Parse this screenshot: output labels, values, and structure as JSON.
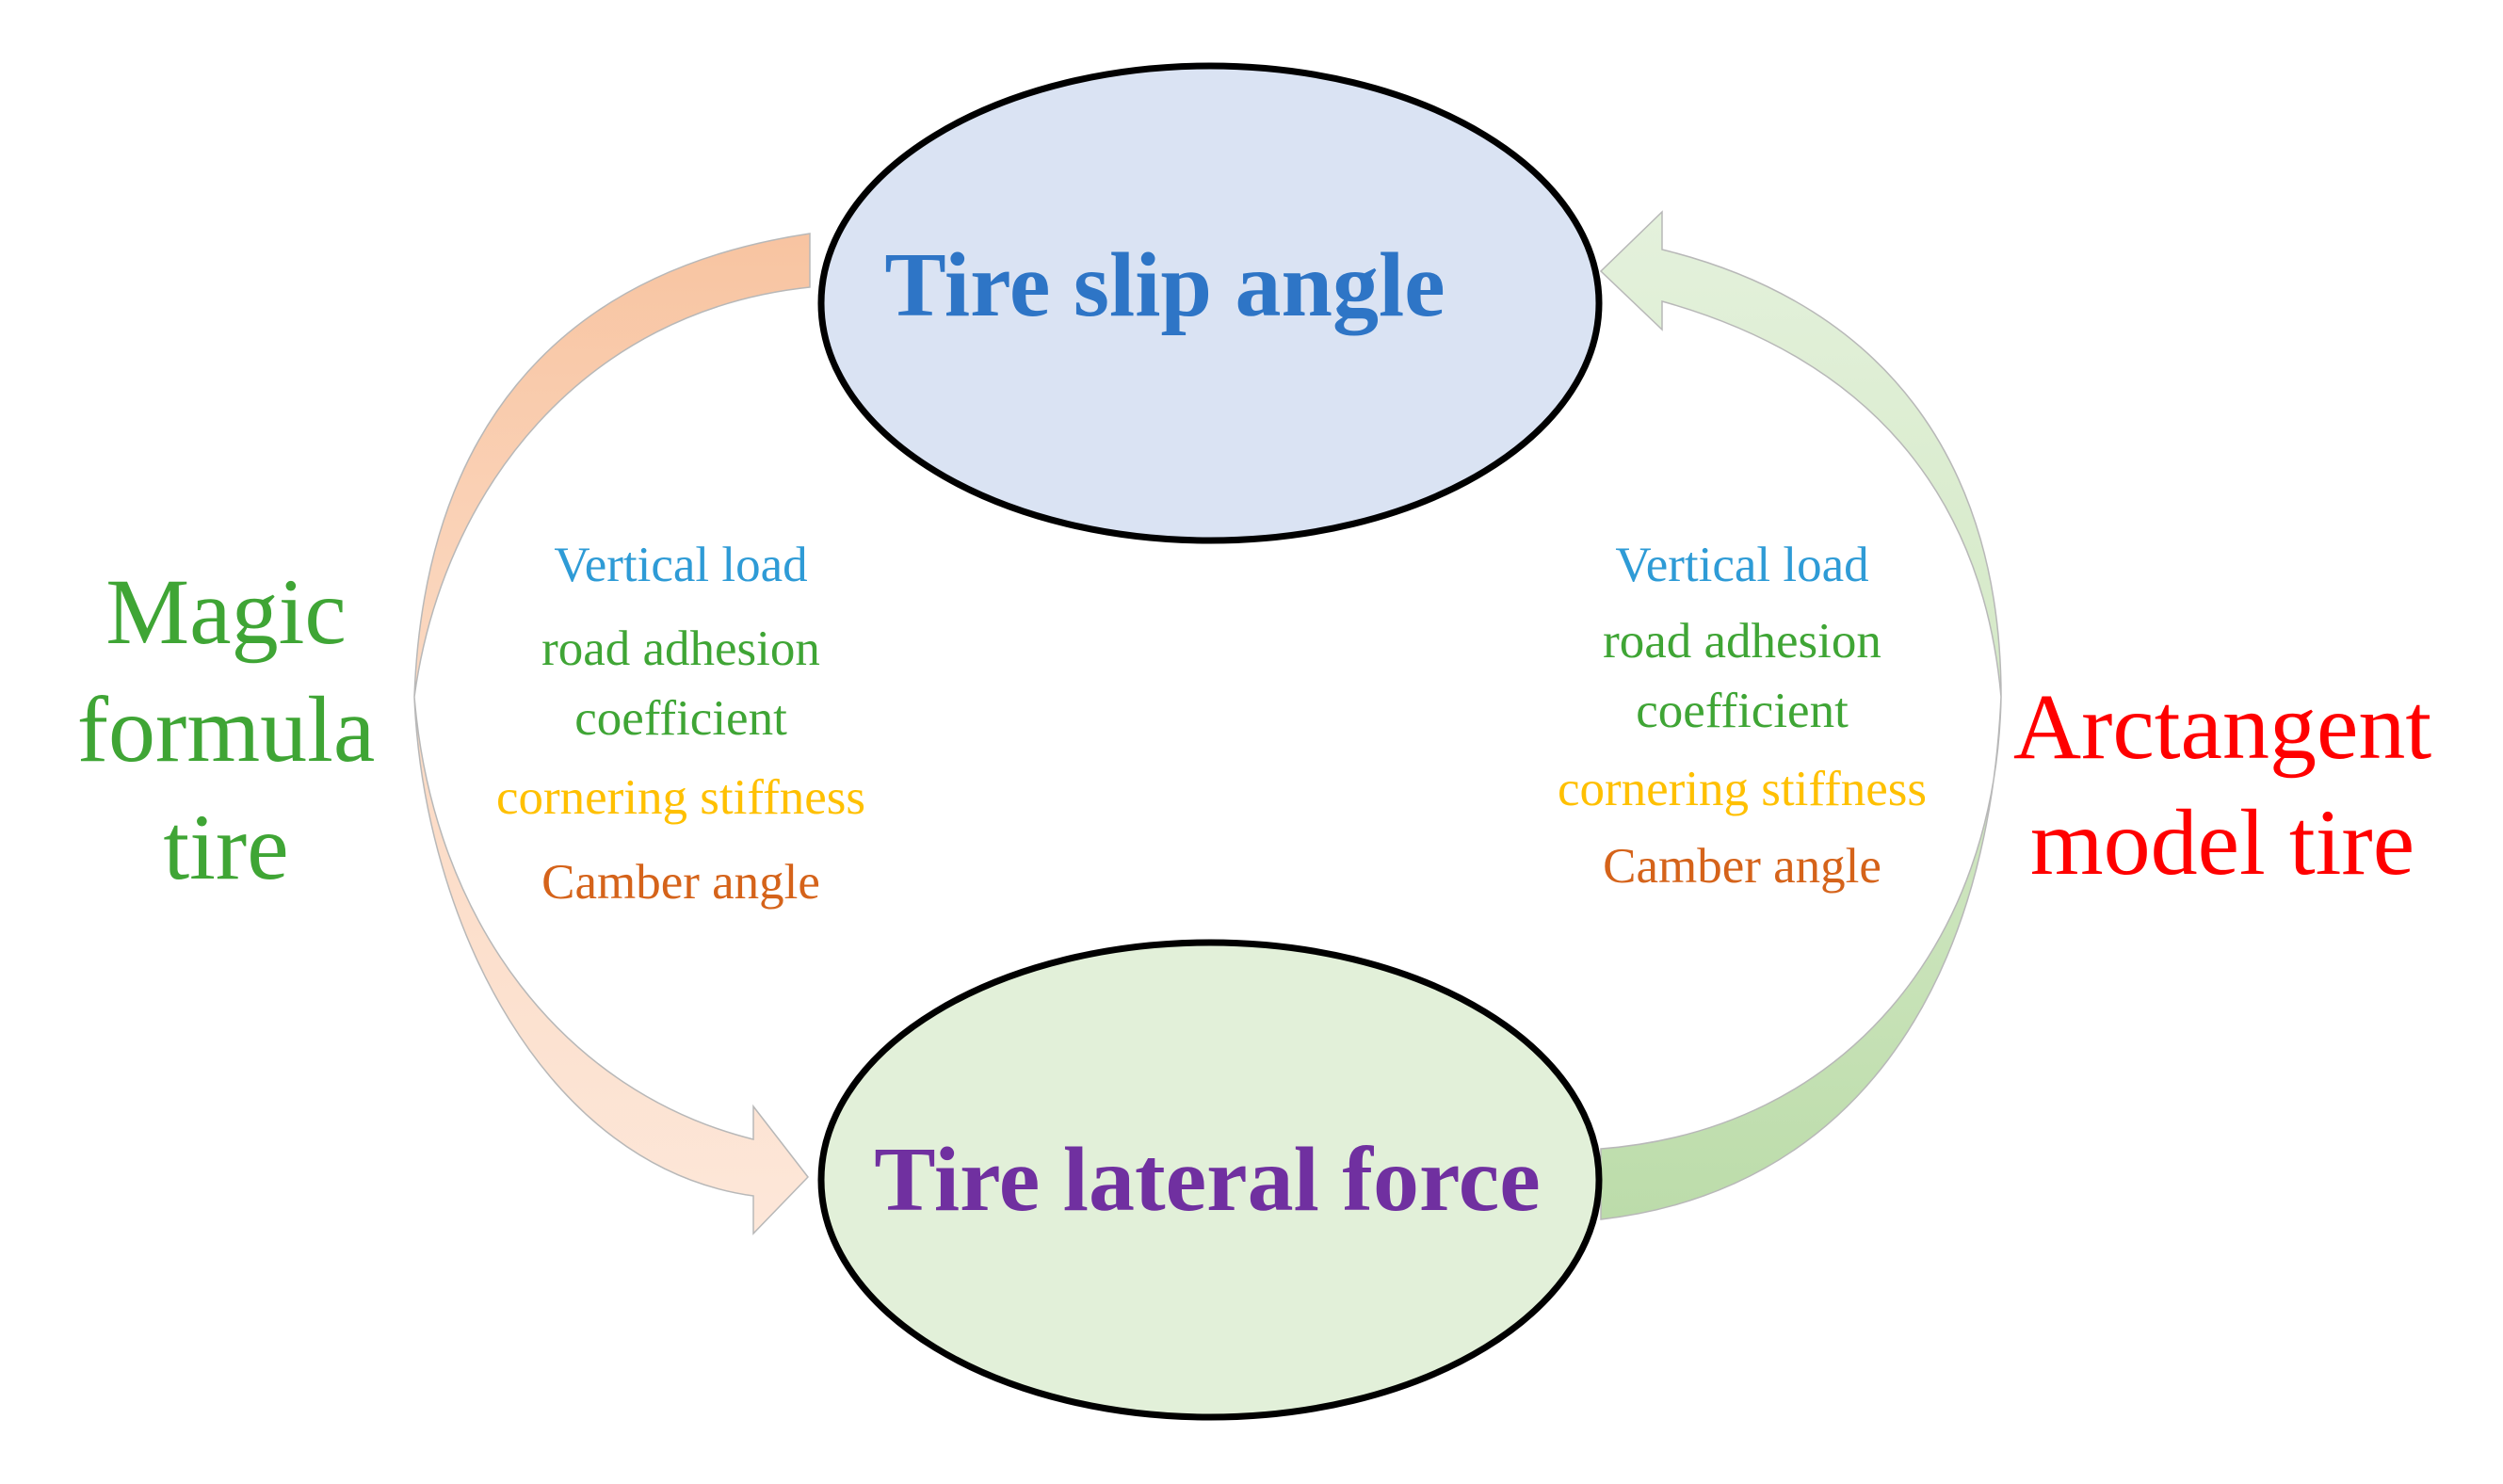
{
  "nodes": {
    "top": {
      "label": "Tire slip angle",
      "fill": "#dae3f3",
      "text_color": "#2e75c6"
    },
    "bottom": {
      "label": "Tire lateral force",
      "fill": "#e2f0d9",
      "text_color": "#7030a0"
    }
  },
  "models": {
    "left": {
      "lines": [
        "Magic",
        "formula",
        "tire"
      ],
      "color": "#3fa535",
      "arrow_fill": "#f8cbad"
    },
    "right": {
      "lines": [
        "Arctangent",
        "model tire"
      ],
      "color": "#ff0000",
      "arrow_fill": "#c5e0b4"
    }
  },
  "factors": {
    "left": [
      {
        "text": "Vertical load",
        "color": "#2e9bd6"
      },
      {
        "text": "road adhesion",
        "color": "#3fa535"
      },
      {
        "text": "coefficient",
        "color": "#3fa535"
      },
      {
        "text": "cornering stiffness",
        "color": "#ffc000"
      },
      {
        "text": "Camber angle",
        "color": "#d5631a"
      }
    ],
    "right": [
      {
        "text": "Vertical load",
        "color": "#2e9bd6"
      },
      {
        "text": "road adhesion",
        "color": "#3fa535"
      },
      {
        "text": "coefficient",
        "color": "#3fa535"
      },
      {
        "text": "cornering stiffness",
        "color": "#ffc000"
      },
      {
        "text": "Camber angle",
        "color": "#d5631a"
      }
    ]
  }
}
